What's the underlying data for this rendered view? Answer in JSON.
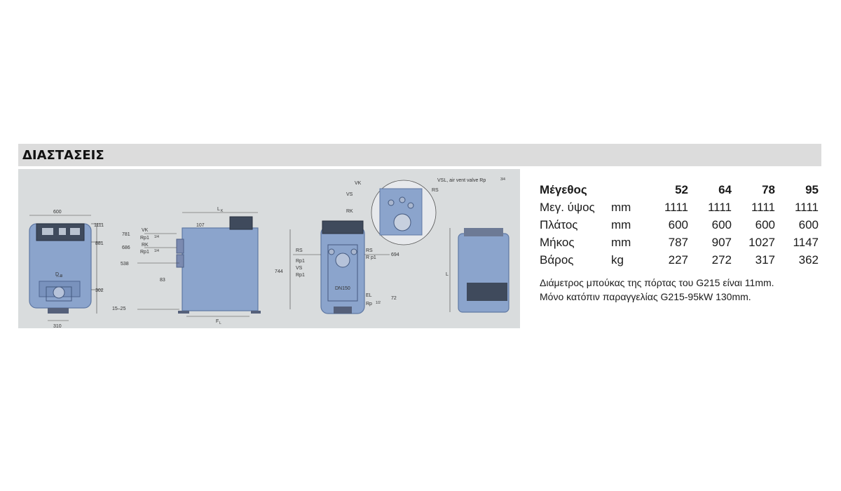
{
  "header": {
    "title": "ΔΙΑΣΤΑΣΕΙΣ"
  },
  "drawing": {
    "front_view": {
      "dim_width": "600",
      "dim_base": "310",
      "dim_db": "D",
      "dim_db_sub": "B",
      "dim_302": "302",
      "dim_881": "881",
      "dim_1111": "1111"
    },
    "side_view": {
      "lk": "L",
      "lk_sub": "K",
      "fl": "F",
      "fl_sub": "L",
      "dim_107": "107",
      "dim_83": "83",
      "dim_781": "781",
      "dim_686": "686",
      "dim_538": "538",
      "dim_1525": "15–25",
      "vk": "VK",
      "rk": "RK",
      "rp1a": "Rp1",
      "rp1b": "Rp1",
      "frac": "1/4"
    },
    "rear_view": {
      "rs_left": "RS",
      "rp1_left": "Rp1",
      "vs": "VS",
      "rp1_left2": "Rp1",
      "rs_right": "RS",
      "rp1_right": "R p1",
      "dim_694": "694",
      "dim_744": "744",
      "dn150": "DN150",
      "el": "EL",
      "rp_half": "Rp",
      "half": "1/2",
      "dim_72": "72"
    },
    "detail_view": {
      "vk": "VK",
      "vs": "VS",
      "rk": "RK",
      "rs": "RS",
      "vsl": "VSL, air vent valve Rp",
      "vsl_frac": "3/4"
    },
    "profile_view": {
      "l": "L"
    }
  },
  "specs": {
    "header": {
      "label": "Μέγεθος",
      "sizes": [
        "52",
        "64",
        "78",
        "95"
      ]
    },
    "rows": [
      {
        "label": "Μεγ. ύψος",
        "unit": "mm",
        "values": [
          "1111",
          "1111",
          "1111",
          "1111"
        ]
      },
      {
        "label": "Πλάτος",
        "unit": "mm",
        "values": [
          "600",
          "600",
          "600",
          "600"
        ]
      },
      {
        "label": "Μήκος",
        "unit": "mm",
        "values": [
          "787",
          "907",
          "1027",
          "1147"
        ]
      },
      {
        "label": "Βάρος",
        "unit": "kg",
        "values": [
          "227",
          "272",
          "317",
          "362"
        ]
      }
    ],
    "notes": [
      "Διάμετρος μπούκας της πόρτας του G215 είναι 11mm.",
      "Μόνο κατόπιν παραγγελίας G215-95kW 130mm."
    ]
  }
}
